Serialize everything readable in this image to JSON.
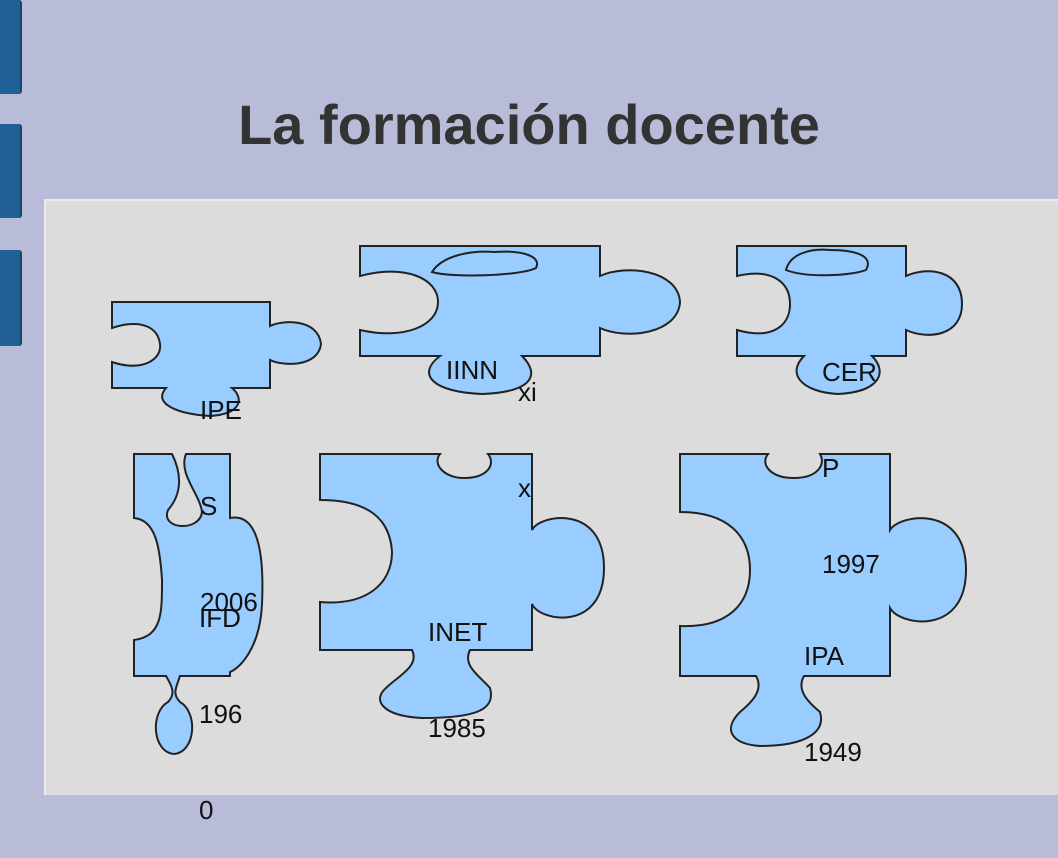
{
  "title": "La formación docente",
  "colors": {
    "background": "#b8bcd9",
    "panel": "#dcdcdc",
    "piece_fill": "#99ccff",
    "piece_stroke": "#222222",
    "side_tab": "#1f5f95"
  },
  "pieces": {
    "ipes": {
      "lines": [
        "IPE",
        "S",
        "2006"
      ]
    },
    "iinn": {
      "lines": [
        "IINN"
      ],
      "extra": [
        "xi",
        "x"
      ]
    },
    "cerp": {
      "lines": [
        "CER",
        "P",
        "1997"
      ]
    },
    "ifd": {
      "lines": [
        "IFD",
        "196",
        "0"
      ]
    },
    "inet": {
      "lines": [
        "INET",
        "1985"
      ]
    },
    "ipa": {
      "lines": [
        "IPA",
        "1949"
      ]
    }
  }
}
